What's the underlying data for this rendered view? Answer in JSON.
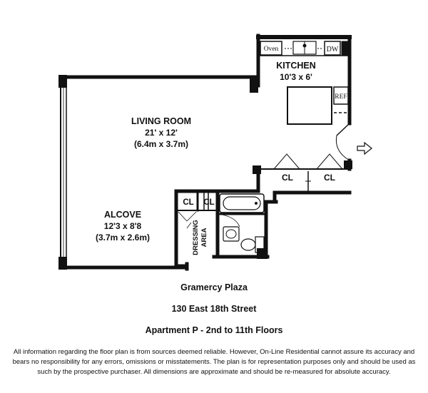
{
  "rooms": {
    "kitchen": {
      "name": "KITCHEN",
      "dims": "10'3 x 6'"
    },
    "living_room": {
      "name": "LIVING ROOM",
      "dims": "21' x 12'",
      "metric": "(6.4m x 3.7m)"
    },
    "alcove": {
      "name": "ALCOVE",
      "dims": "12'3 x 8'8",
      "metric": "(3.7m x 2.6m)"
    },
    "dressing_area": {
      "line1": "DRESSING",
      "line2": "AREA"
    }
  },
  "fixtures": {
    "oven": "Oven",
    "dishwasher": "DW",
    "refrigerator": "REF"
  },
  "closets": [
    "CL",
    "CL",
    "CL",
    "CL"
  ],
  "building": {
    "name": "Gramercy Plaza",
    "address": "130 East 18th Street",
    "apartment": "Apartment P - 2nd to 11th Floors"
  },
  "disclaimer": "All information regarding the floor plan is from sources deemed reliable.  However, On-Line Residential cannot assure its accuracy and bears no responsibility for any errors, omissions or misstatements.  The plan is for representation purposes only and should be used as such by the prospective purchaser.  All dimensions are approximate and should be re-measured for absolute accuracy."
}
